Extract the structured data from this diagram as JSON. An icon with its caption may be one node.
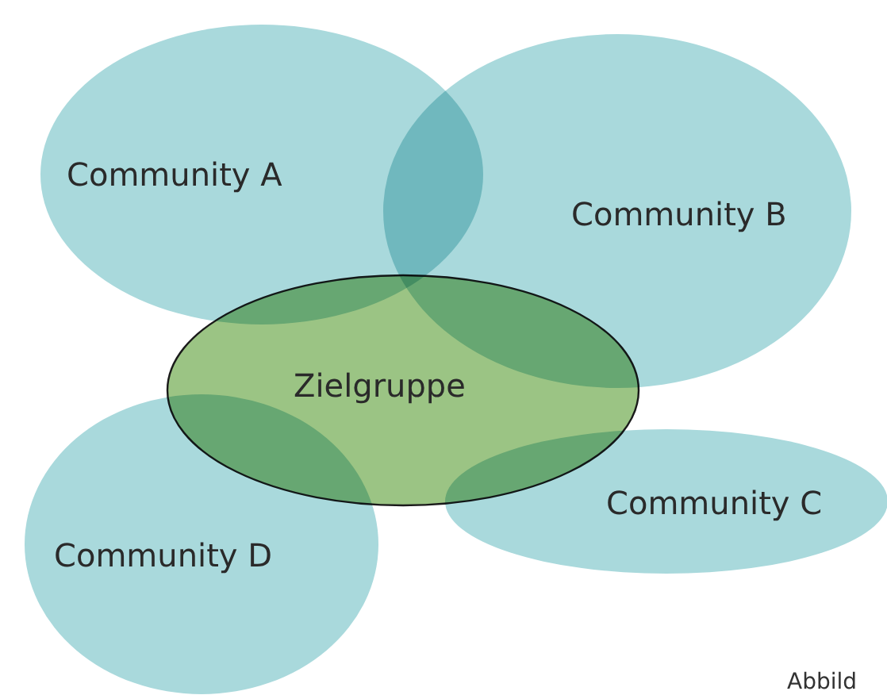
{
  "diagram": {
    "nodes": [
      {
        "text": [
          "Community A"
        ]
      },
      {
        "text": [
          "Community B"
        ]
      },
      {
        "text": [
          "Zielgruppe"
        ]
      },
      {
        "text": [
          "Community C"
        ]
      },
      {
        "text": [
          "Community D"
        ]
      }
    ],
    "labels": [
      "Abbild"
    ]
  }
}
